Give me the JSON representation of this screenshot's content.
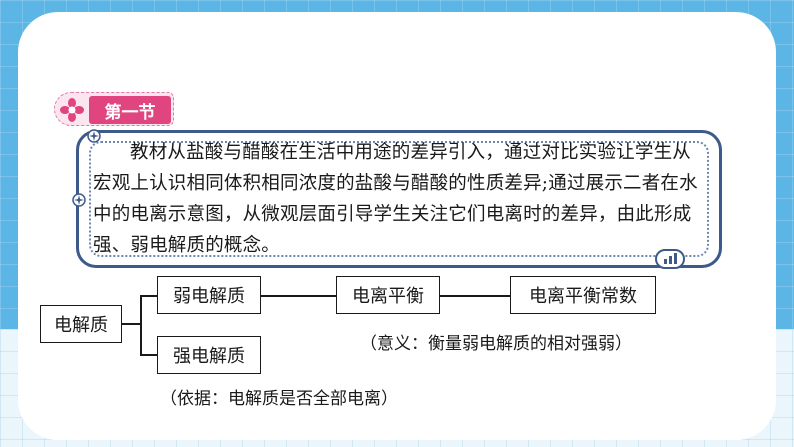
{
  "section": {
    "label": "第一节",
    "icon": "flower-icon"
  },
  "intro": {
    "text": "教材从盐酸与醋酸在生活中用途的差异引入，通过对比实验让学生从宏观上认识相同体积相同浓度的盐酸与醋酸的性质差异;通过展示二者在水中的电离示意图，从微观层面引导学生关注它们电离时的差异，由此形成强、弱电解质的概念。"
  },
  "diagram": {
    "root": "电解质",
    "weak": "弱电解质",
    "strong": "强电解质",
    "equilibrium": "电离平衡",
    "constant": "电离平衡常数",
    "meaning_note": "（意义：衡量弱电解质的相对强弱）",
    "basis_note": "（依据：电解质是否全部电离）"
  },
  "colors": {
    "tag": "#e0457f",
    "frame": "#3d5a8a",
    "background": "#5bb6e6"
  }
}
